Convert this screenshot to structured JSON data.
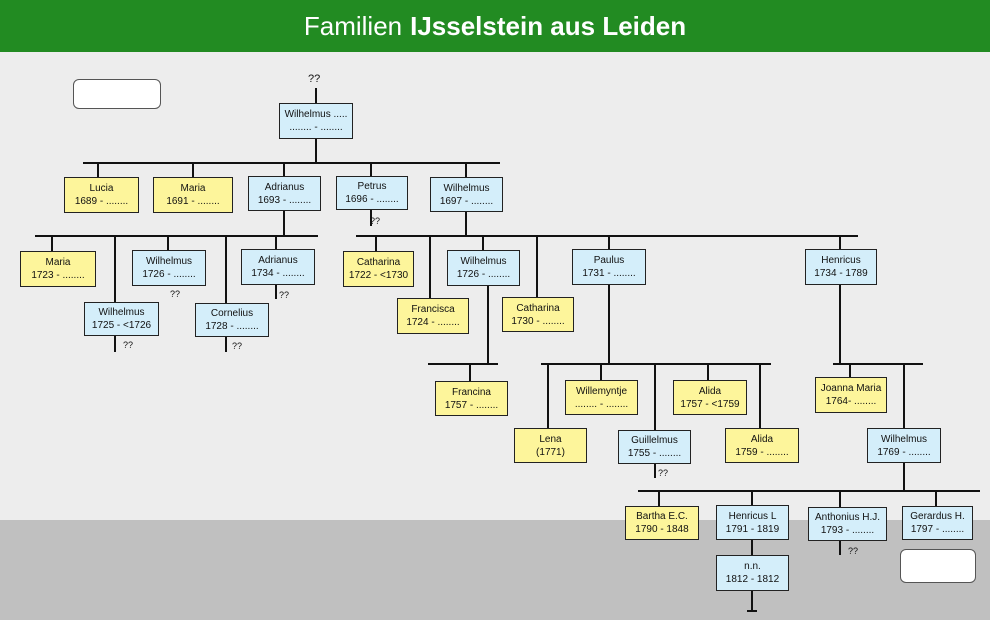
{
  "title": {
    "prefix": "Familien",
    "name": "IJsselstein aus Leiden"
  },
  "unknown_mark": "??",
  "people": {
    "root": {
      "name": "Wilhelmus .....",
      "dates": "........ - ........"
    },
    "lucia": {
      "name": "Lucia",
      "dates": "1689 - ........"
    },
    "maria1": {
      "name": "Maria",
      "dates": "1691 - ........"
    },
    "adrianus1": {
      "name": "Adrianus",
      "dates": "1693 - ........"
    },
    "petrus": {
      "name": "Petrus",
      "dates": "1696 - ........"
    },
    "wilhelmus1": {
      "name": "Wilhelmus",
      "dates": "1697 - ........"
    },
    "maria2": {
      "name": "Maria",
      "dates": "1723 - ........"
    },
    "wilhelmus_a": {
      "name": "Wilhelmus",
      "dates": "1726 - ........"
    },
    "adrianus2": {
      "name": "Adrianus",
      "dates": "1734 - ........"
    },
    "wilhelmus_b": {
      "name": "Wilhelmus",
      "dates": "1725 - <1726"
    },
    "cornelius": {
      "name": "Cornelius",
      "dates": "1728 - ........"
    },
    "catharina1": {
      "name": "Catharina",
      "dates": "1722 - <1730"
    },
    "wilhelmus2": {
      "name": "Wilhelmus",
      "dates": "1726 - ........"
    },
    "paulus": {
      "name": "Paulus",
      "dates": "1731 - ........"
    },
    "henricus1": {
      "name": "Henricus",
      "dates": "1734 - 1789"
    },
    "francisca": {
      "name": "Francisca",
      "dates": "1724 - ........"
    },
    "catharina2": {
      "name": "Catharina",
      "dates": "1730 - ........"
    },
    "francina": {
      "name": "Francina",
      "dates": "1757 - ........"
    },
    "willemyntje": {
      "name": "Willemyntje",
      "dates": "........ - ........"
    },
    "alida1": {
      "name": "Alida",
      "dates": "1757 - <1759"
    },
    "joanna": {
      "name": "Joanna Maria",
      "dates": "1764- ........"
    },
    "lena": {
      "name": "Lena",
      "dates": "(1771)"
    },
    "guillelmus": {
      "name": "Guillelmus",
      "dates": "1755 - ........"
    },
    "alida2": {
      "name": "Alida",
      "dates": "1759 - ........"
    },
    "wilhelmus3": {
      "name": "Wilhelmus",
      "dates": "1769 - ........"
    },
    "bartha": {
      "name": "Bartha E.C.",
      "dates": "1790 - 1848"
    },
    "henricusL": {
      "name": "Henricus L",
      "dates": "1791 - 1819"
    },
    "anthonius": {
      "name": "Anthonius H.J.",
      "dates": "1793 - ........"
    },
    "gerardus": {
      "name": "Gerardus H.",
      "dates": "1797 - ........"
    },
    "nn": {
      "name": "n.n.",
      "dates": "1812 - 1812"
    }
  },
  "colors": {
    "header": "#228b22",
    "male": "#d4eefa",
    "female": "#fdf59b",
    "band": "#c0c0c0"
  }
}
